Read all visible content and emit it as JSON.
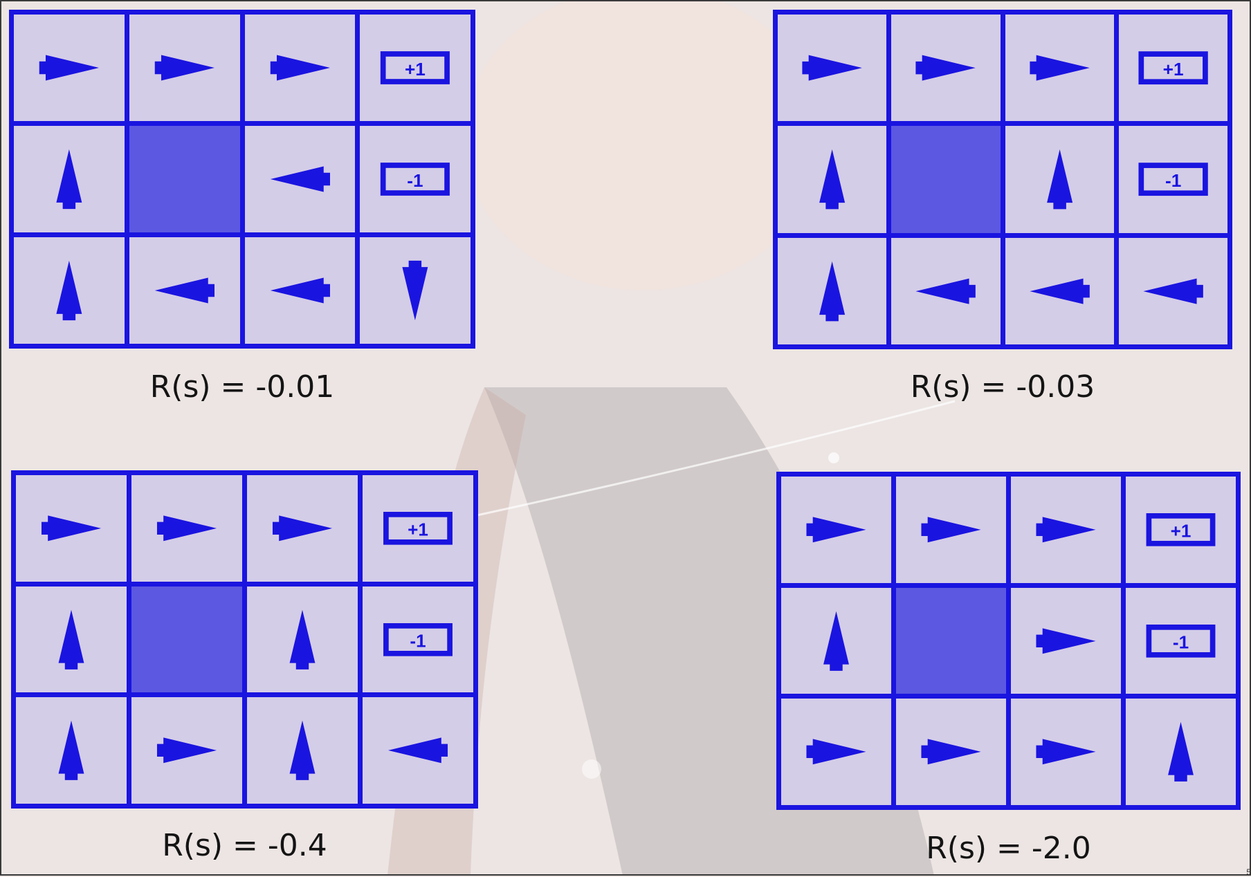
{
  "colors": {
    "grid": "#1a14e0",
    "arrow": "#1a14e0",
    "wall": "#6964e1"
  },
  "panels": [
    {
      "caption": "R(s) = -0.01",
      "cells": [
        [
          "right",
          "right",
          "right",
          "+1"
        ],
        [
          "up",
          "wall",
          "left",
          "-1"
        ],
        [
          "up",
          "left",
          "left",
          "down"
        ]
      ]
    },
    {
      "caption": "R(s) = -0.03",
      "cells": [
        [
          "right",
          "right",
          "right",
          "+1"
        ],
        [
          "up",
          "wall",
          "up",
          "-1"
        ],
        [
          "up",
          "left",
          "left",
          "left"
        ]
      ]
    },
    {
      "caption": "R(s) = -0.4",
      "cells": [
        [
          "right",
          "right",
          "right",
          "+1"
        ],
        [
          "up",
          "wall",
          "up",
          "-1"
        ],
        [
          "up",
          "right",
          "up",
          "left"
        ]
      ]
    },
    {
      "caption": "R(s) = -2.0",
      "cells": [
        [
          "right",
          "right",
          "right",
          "+1"
        ],
        [
          "up",
          "wall",
          "right",
          "-1"
        ],
        [
          "right",
          "right",
          "right",
          "up"
        ]
      ]
    }
  ],
  "corner_mark": "5"
}
